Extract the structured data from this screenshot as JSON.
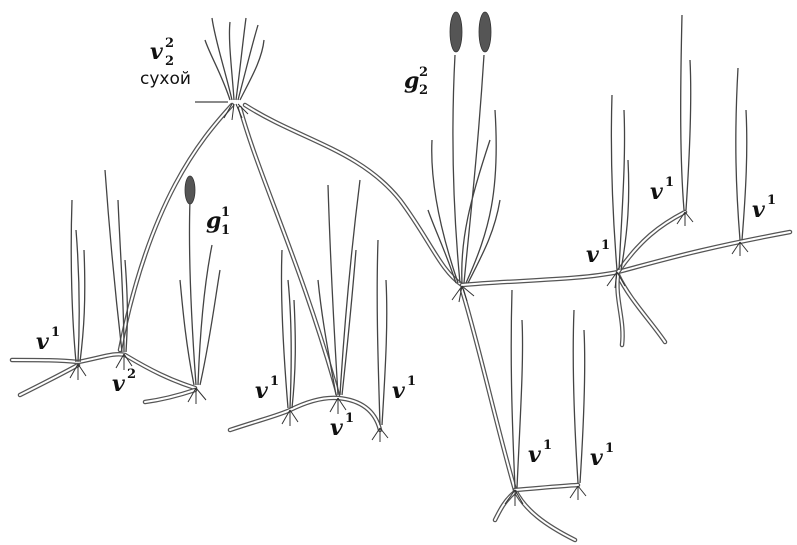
{
  "labels": {
    "v2_2": {
      "base": "v",
      "sup": "2",
      "sub": "2"
    },
    "dry": "сухой",
    "g2_2": {
      "base": "g",
      "sup": "2",
      "sub": "2"
    },
    "g1_1": {
      "base": "g",
      "sup": "1",
      "sub": "1"
    },
    "v1": {
      "base": "v",
      "sup": "1"
    },
    "v2": {
      "base": "v",
      "sup": "2"
    }
  }
}
